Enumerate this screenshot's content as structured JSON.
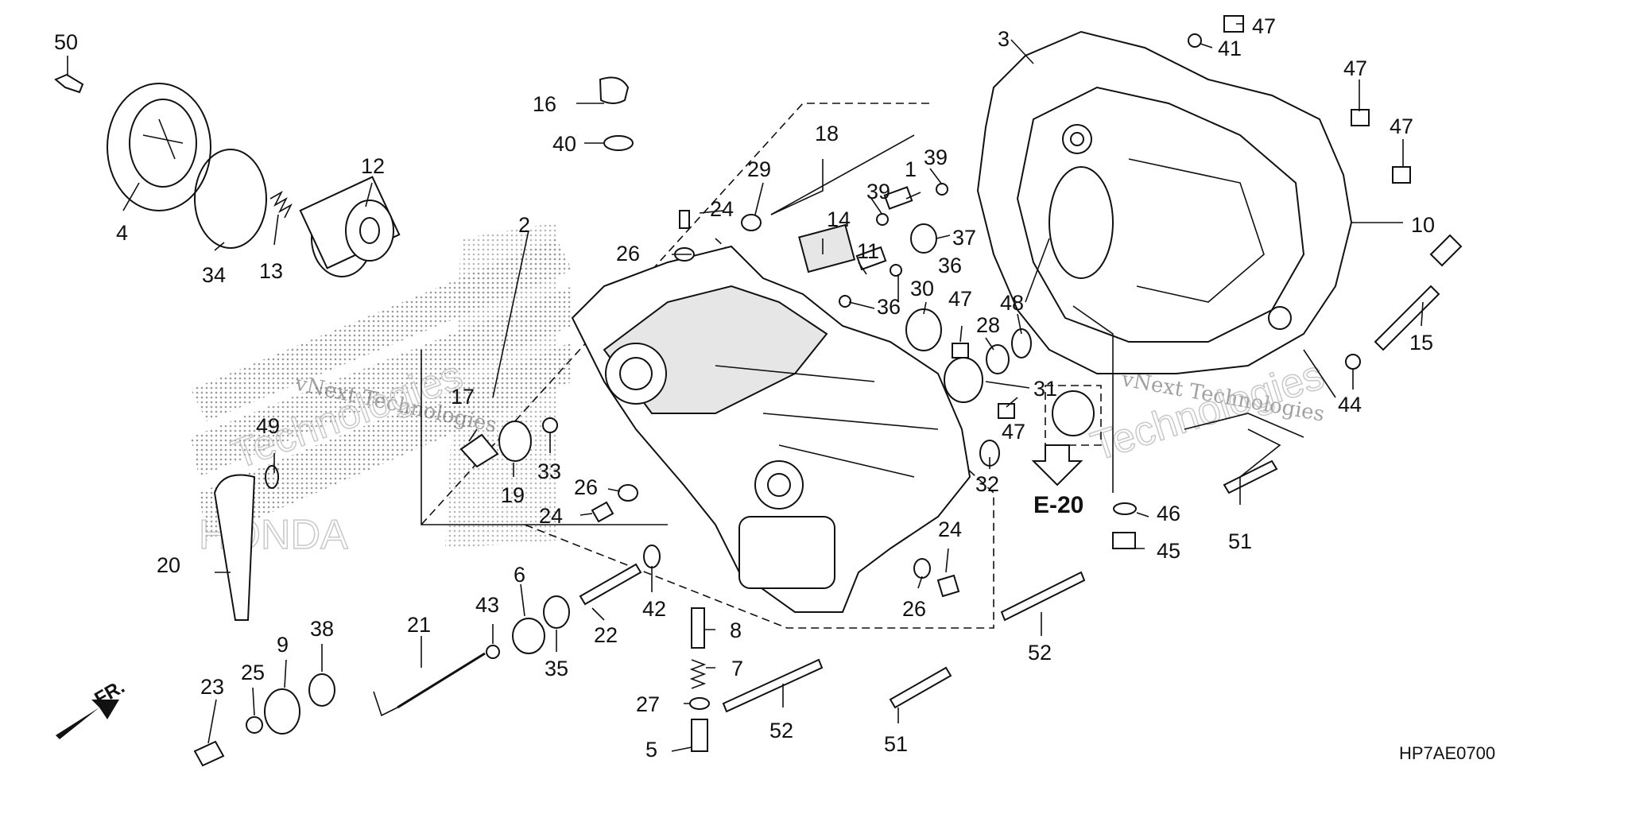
{
  "diagram": {
    "parts": [
      {
        "id": "p50",
        "label": "50"
      },
      {
        "id": "p4",
        "label": "4"
      },
      {
        "id": "p34",
        "label": "34"
      },
      {
        "id": "p13",
        "label": "13"
      },
      {
        "id": "p12",
        "label": "12"
      },
      {
        "id": "p2",
        "label": "2"
      },
      {
        "id": "p16",
        "label": "16"
      },
      {
        "id": "p40",
        "label": "40"
      },
      {
        "id": "p18",
        "label": "18"
      },
      {
        "id": "p29",
        "label": "29"
      },
      {
        "id": "p24a",
        "label": "24"
      },
      {
        "id": "p26a",
        "label": "26"
      },
      {
        "id": "p14",
        "label": "14"
      },
      {
        "id": "p1",
        "label": "1"
      },
      {
        "id": "p39a",
        "label": "39"
      },
      {
        "id": "p39b",
        "label": "39"
      },
      {
        "id": "p37",
        "label": "37"
      },
      {
        "id": "p11",
        "label": "11"
      },
      {
        "id": "p36a",
        "label": "36"
      },
      {
        "id": "p36b",
        "label": "36"
      },
      {
        "id": "p30",
        "label": "30"
      },
      {
        "id": "p47a",
        "label": "47"
      },
      {
        "id": "p28",
        "label": "28"
      },
      {
        "id": "p48",
        "label": "48"
      },
      {
        "id": "p31",
        "label": "31"
      },
      {
        "id": "p47b",
        "label": "47"
      },
      {
        "id": "p32",
        "label": "32"
      },
      {
        "id": "p3",
        "label": "3"
      },
      {
        "id": "p47c",
        "label": "47"
      },
      {
        "id": "p41",
        "label": "41"
      },
      {
        "id": "p47d",
        "label": "47"
      },
      {
        "id": "p47e",
        "label": "47"
      },
      {
        "id": "p10",
        "label": "10"
      },
      {
        "id": "p15",
        "label": "15"
      },
      {
        "id": "p44",
        "label": "44"
      },
      {
        "id": "p46",
        "label": "46"
      },
      {
        "id": "p45",
        "label": "45"
      },
      {
        "id": "p51a",
        "label": "51"
      },
      {
        "id": "p49",
        "label": "49"
      },
      {
        "id": "p17",
        "label": "17"
      },
      {
        "id": "p19",
        "label": "19"
      },
      {
        "id": "p33",
        "label": "33"
      },
      {
        "id": "p26b",
        "label": "26"
      },
      {
        "id": "p24b",
        "label": "24"
      },
      {
        "id": "p20",
        "label": "20"
      },
      {
        "id": "p24c",
        "label": "24"
      },
      {
        "id": "p26c",
        "label": "26"
      },
      {
        "id": "p52a",
        "label": "52"
      },
      {
        "id": "p6",
        "label": "6"
      },
      {
        "id": "p43",
        "label": "43"
      },
      {
        "id": "p22",
        "label": "22"
      },
      {
        "id": "p42",
        "label": "42"
      },
      {
        "id": "p21",
        "label": "21"
      },
      {
        "id": "p35",
        "label": "35"
      },
      {
        "id": "p8",
        "label": "8"
      },
      {
        "id": "p7",
        "label": "7"
      },
      {
        "id": "p27",
        "label": "27"
      },
      {
        "id": "p5",
        "label": "5"
      },
      {
        "id": "p52b",
        "label": "52"
      },
      {
        "id": "p51b",
        "label": "51"
      },
      {
        "id": "p9",
        "label": "9"
      },
      {
        "id": "p38",
        "label": "38"
      },
      {
        "id": "p23",
        "label": "23"
      },
      {
        "id": "p25",
        "label": "25"
      }
    ],
    "reference": "E-20",
    "front_marker": "FR.",
    "diagram_code": "HP7AE0700",
    "watermarks": [
      "vNext Technologies",
      "vNext Technologies",
      "Technologies",
      "Technologies"
    ],
    "brand_background": "HONDA",
    "colors": {
      "line": "#111111",
      "background": "#ffffff",
      "dots": "#9a9a9a"
    }
  }
}
